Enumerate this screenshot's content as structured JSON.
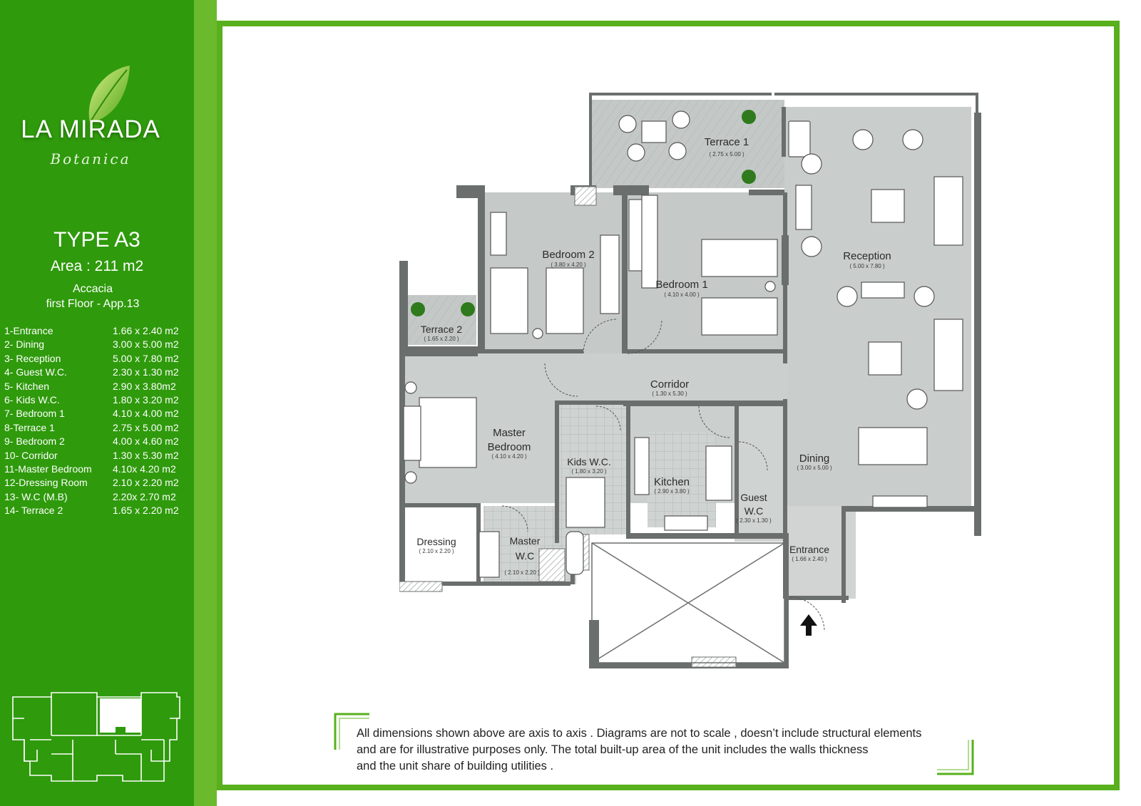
{
  "brand": {
    "name": "LA MIRADA",
    "subtitle": "Botanica"
  },
  "unit": {
    "type": "TYPE A3",
    "area": "Area : 211 m2",
    "building": "Accacia",
    "floor": "first Floor - App.13"
  },
  "room_schedule": [
    {
      "name": "1-Entrance",
      "dim": "1.66 x 2.40 m2"
    },
    {
      "name": "2- Dining",
      "dim": "3.00 x 5.00 m2"
    },
    {
      "name": "3- Reception",
      "dim": "5.00 x 7.80 m2"
    },
    {
      "name": "4- Guest W.C.",
      "dim": "2.30 x 1.30 m2"
    },
    {
      "name": "5- Kitchen",
      "dim": "2.90 x 3.80m2"
    },
    {
      "name": "6- Kids W.C.",
      "dim": "1.80 x 3.20  m2"
    },
    {
      "name": "7- Bedroom 1",
      "dim": "4.10 x 4.00 m2"
    },
    {
      "name": "8-Terrace 1",
      "dim": "2.75 x 5.00 m2"
    },
    {
      "name": "9- Bedroom 2",
      "dim": "4.00 x 4.60 m2"
    },
    {
      "name": "10- Corridor",
      "dim": "1.30 x 5.30 m2"
    },
    {
      "name": "11-Master Bedroom",
      "dim": "4.10x 4.20 m2"
    },
    {
      "name": "12-Dressing Room",
      "dim": "2.10 x 2.20 m2"
    },
    {
      "name": "13- W.C (M.B)",
      "dim": "2.20x 2.70 m2"
    },
    {
      "name": "14- Terrace 2",
      "dim": "1.65 x 2.20 m2"
    }
  ],
  "plan_labels": {
    "terrace1": {
      "name": "Terrace 1",
      "dim": "( 2.75 x 5.00 )"
    },
    "terrace2": {
      "name": "Terrace 2",
      "dim": "( 1.65 x 2.20 )"
    },
    "bedroom2": {
      "name": "Bedroom 2",
      "dim": "( 3.80 x 4.20 )"
    },
    "bedroom1": {
      "name": "Bedroom 1",
      "dim": "( 4.10 x 4.00 )"
    },
    "reception": {
      "name": "Reception",
      "dim": "( 5.00 x 7.80 )"
    },
    "corridor": {
      "name": "Corridor",
      "dim": "( 1.30 x 5.30 )"
    },
    "master_bedroom": {
      "name_1": "Master",
      "name_2": "Bedroom",
      "dim": "( 4.10 x 4.20 )"
    },
    "kids_wc": {
      "name": "Kids W.C.",
      "dim": "( 1.80 x 3.20 )"
    },
    "kitchen": {
      "name": "Kitchen",
      "dim": "( 2.90 x 3.80 )"
    },
    "dining": {
      "name": "Dining",
      "dim": "( 3.00 x 5.00 )"
    },
    "guest_wc": {
      "name_1": "Guest",
      "name_2": "W.C",
      "dim": "( 2.30 x 1.30 )"
    },
    "dressing": {
      "name": "Dressing",
      "dim": "( 2.10 x 2.20 )"
    },
    "master_wc": {
      "name_1": "Master",
      "name_2": "W.C",
      "dim": "( 2.10 x 2.20 )"
    },
    "entrance": {
      "name": "Entrance",
      "dim": "( 1.66 x 2.40 )"
    }
  },
  "disclaimer": {
    "line1": "All dimensions shown above are axis to axis . Diagrams are not to scale , doesn’t include structural elements",
    "line2": "and are for illustrative purposes only. The total built-up area of the unit includes the walls thickness",
    "line3": "and the unit share of building utilities ."
  },
  "colors": {
    "sidebar_green": "#2f9a0c",
    "stripe_green": "#6bb92c",
    "frame_green": "#58b01c",
    "floor_gray": "#c9cdcc",
    "wall_gray": "#6a6f6e"
  }
}
